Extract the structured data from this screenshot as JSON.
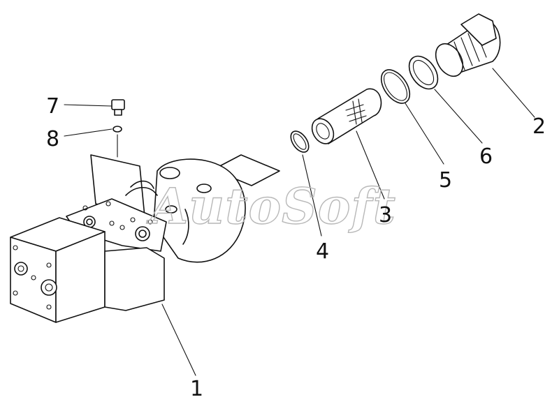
{
  "watermark": "AutoSoft",
  "callouts": [
    {
      "id": "1",
      "label": "1"
    },
    {
      "id": "2",
      "label": "2"
    },
    {
      "id": "3",
      "label": "3"
    },
    {
      "id": "4",
      "label": "4"
    },
    {
      "id": "5",
      "label": "5"
    },
    {
      "id": "6",
      "label": "6"
    },
    {
      "id": "7",
      "label": "7"
    },
    {
      "id": "8",
      "label": "8"
    }
  ],
  "colors": {
    "line": "#111111",
    "watermark": "#b8b8b8",
    "background": "#ffffff"
  }
}
